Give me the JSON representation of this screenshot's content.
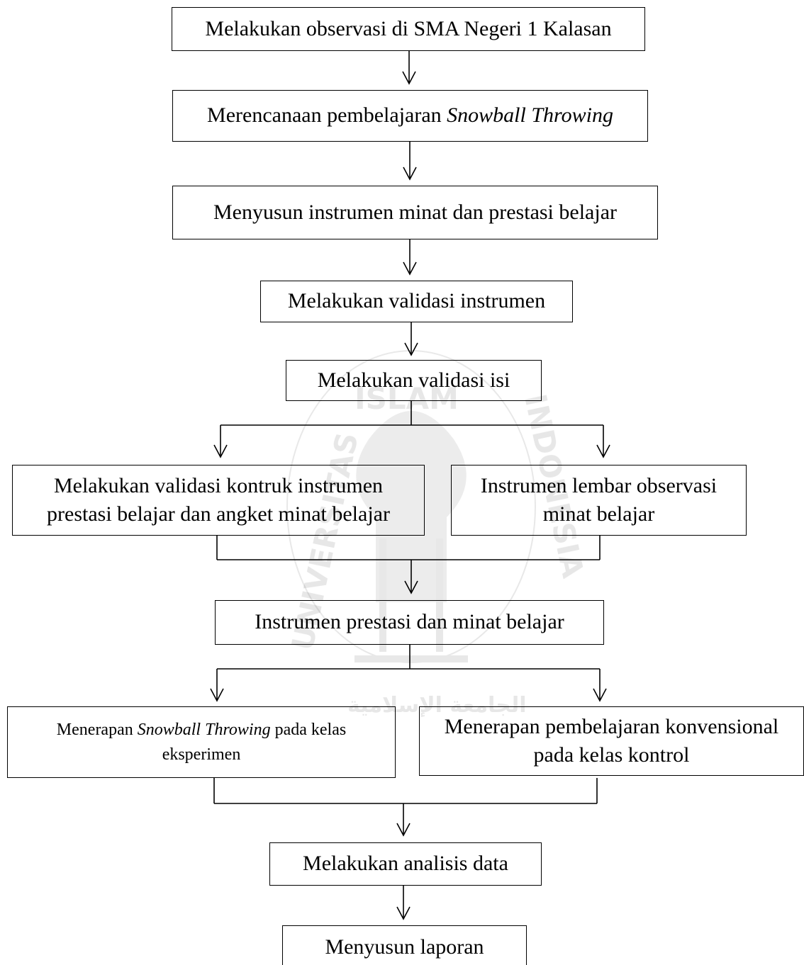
{
  "watermark": {
    "top_text": "ISLAM",
    "left_text": "UNIVERSITAS",
    "right_text": "INDONESIA",
    "bottom_script": "ﺍﻟﺠﺎﻣﻌﺔ ﺍﻹﺳﻼﻣﻴﺔ"
  },
  "flow": {
    "step1": "Melakukan observasi di SMA Negeri 1 Kalasan",
    "step2_prefix": "Merencanaan pembelajaran ",
    "step2_em": "Snowball Throwing",
    "step3": "Menyusun instrumen minat dan prestasi belajar",
    "step4": "Melakukan validasi instrumen",
    "step5": "Melakukan validasi isi",
    "step6_left_line1": "Melakukan validasi kontruk instrumen",
    "step6_left_line2": "prestasi belajar dan angket minat belajar",
    "step6_right_line1": "Instrumen lembar observasi",
    "step6_right_line2": "minat belajar",
    "step7": "Instrumen prestasi dan minat belajar",
    "step8_left_prefix": "Menerapan ",
    "step8_left_em": "Snowball Throwing",
    "step8_left_suffix": " pada kelas",
    "step8_left_line2": "eksperimen",
    "step8_right_line1": "Menerapan pembelajaran konvensional",
    "step8_right_line2": "pada kelas kontrol",
    "step9": "Melakukan analisis data",
    "step10": "Menyusun laporan"
  }
}
